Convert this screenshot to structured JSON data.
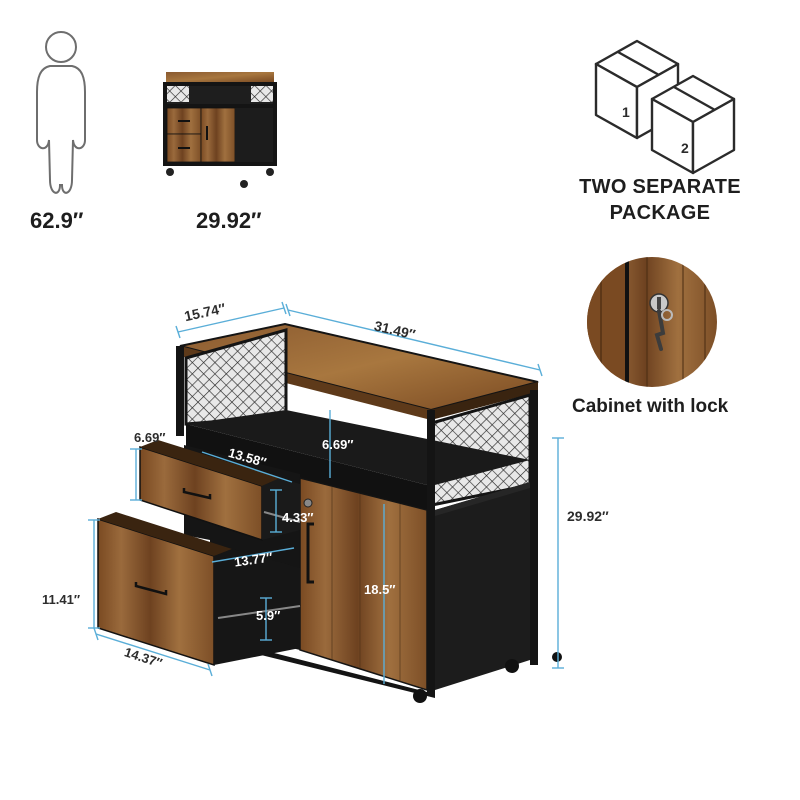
{
  "person": {
    "height_label": "62.9″",
    "icon": "person-silhouette-icon"
  },
  "thumbnail": {
    "height_label": "29.92″"
  },
  "packages": {
    "title_line1": "TWO SEPARATE",
    "title_line2": "PACKAGE",
    "box1_number": "1",
    "box2_number": "2",
    "icon": "box-icon"
  },
  "lock_detail": {
    "caption": "Cabinet with lock",
    "icon": "key-lock-icon"
  },
  "dimensions": {
    "depth": "15.74″",
    "width": "31.49″",
    "total_height": "29.92″",
    "shelf_height": "6.69″",
    "top_drawer_height": "6.69″",
    "top_drawer_depth": "13.58″",
    "top_drawer_inner_height": "4.33″",
    "bottom_drawer_depth": "13.77″",
    "bottom_drawer_inner_height": "5.9″",
    "bottom_drawer_height": "11.41″",
    "drawer_width": "14.37″",
    "door_height": "18.5″"
  },
  "colors": {
    "wood": "#8a5a30",
    "wood_dark": "#5e3a1a",
    "frame": "#141414",
    "dimension_line": "#5aaed8"
  }
}
